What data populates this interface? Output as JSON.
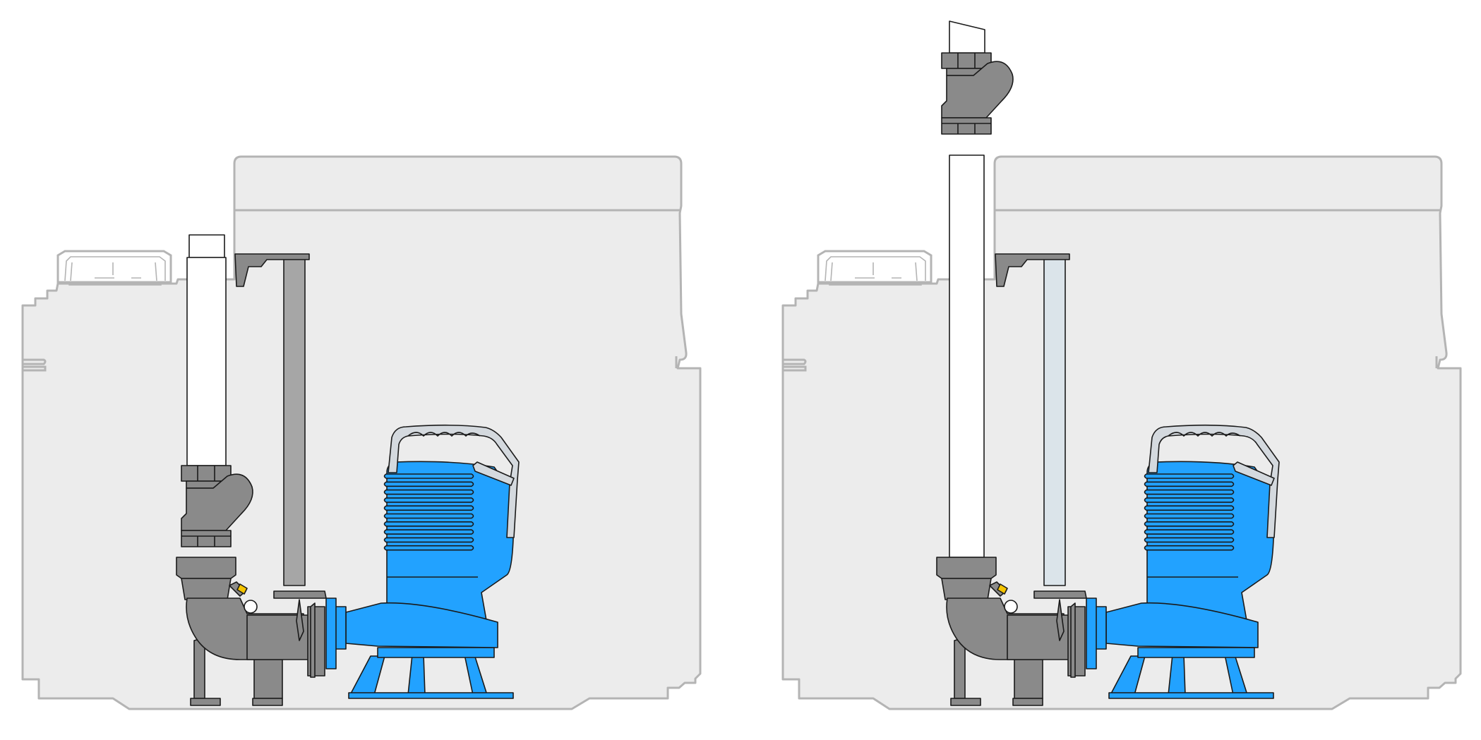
{
  "diagram": {
    "colors": {
      "background": "#ffffff",
      "tank_fill": "#ececec",
      "tank_stroke": "#b4b4b4",
      "lid_fill": "#ffffff",
      "pipe_fill": "#ffffff",
      "fitting_fill": "#8a8a8a",
      "fitting_light": "#a6a6a6",
      "pump_blue": "#22a2ff",
      "pump_blue_dark": "#1a8fe6",
      "handle_fill": "#d4d9de",
      "guide_rail_fill": "#a6a6a6",
      "guide_rail_fill_alt": "#dbe4ea",
      "valve_yellow": "#f5c400",
      "outline": "#1a1a1a"
    },
    "variants": [
      {
        "name": "pump-station-low-check-valve",
        "check_valve_position": "low"
      },
      {
        "name": "pump-station-high-check-valve",
        "check_valve_position": "high"
      }
    ]
  }
}
